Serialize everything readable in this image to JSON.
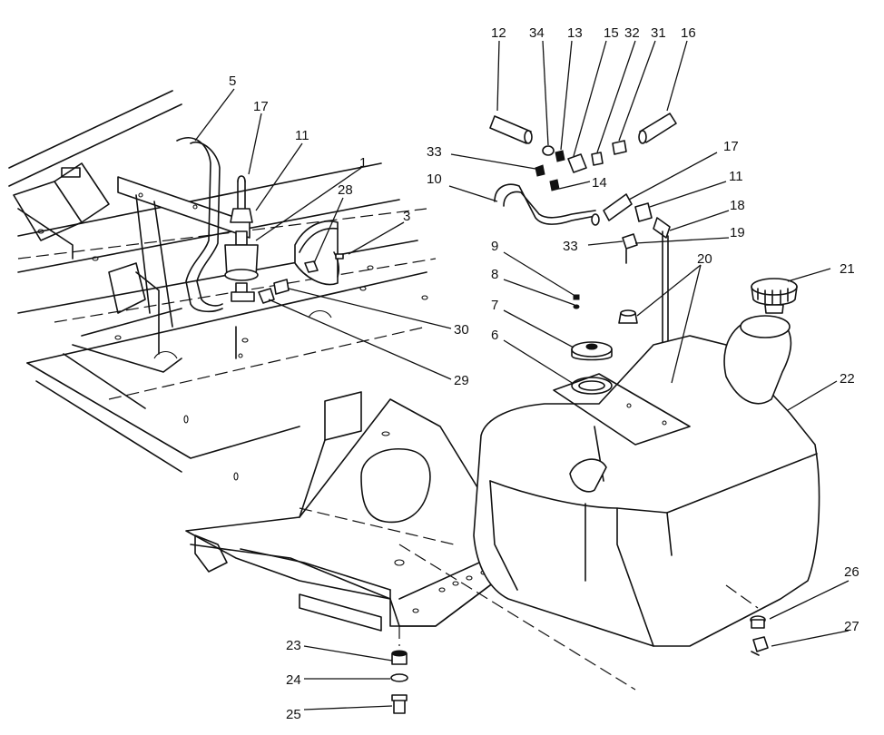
{
  "callouts": [
    {
      "id": "c1",
      "label": "1"
    },
    {
      "id": "c3",
      "label": "3"
    },
    {
      "id": "c5",
      "label": "5"
    },
    {
      "id": "c6",
      "label": "6"
    },
    {
      "id": "c7",
      "label": "7"
    },
    {
      "id": "c8",
      "label": "8"
    },
    {
      "id": "c9",
      "label": "9"
    },
    {
      "id": "c10",
      "label": "10"
    },
    {
      "id": "c11a",
      "label": "11"
    },
    {
      "id": "c11b",
      "label": "11"
    },
    {
      "id": "c12",
      "label": "12"
    },
    {
      "id": "c13",
      "label": "13"
    },
    {
      "id": "c14",
      "label": "14"
    },
    {
      "id": "c15",
      "label": "15"
    },
    {
      "id": "c16",
      "label": "16"
    },
    {
      "id": "c17a",
      "label": "17"
    },
    {
      "id": "c17b",
      "label": "17"
    },
    {
      "id": "c18",
      "label": "18"
    },
    {
      "id": "c19",
      "label": "19"
    },
    {
      "id": "c20",
      "label": "20"
    },
    {
      "id": "c21",
      "label": "21"
    },
    {
      "id": "c22",
      "label": "22"
    },
    {
      "id": "c23",
      "label": "23"
    },
    {
      "id": "c24",
      "label": "24"
    },
    {
      "id": "c25",
      "label": "25"
    },
    {
      "id": "c26",
      "label": "26"
    },
    {
      "id": "c27",
      "label": "27"
    },
    {
      "id": "c28",
      "label": "28"
    },
    {
      "id": "c29",
      "label": "29"
    },
    {
      "id": "c30",
      "label": "30"
    },
    {
      "id": "c31",
      "label": "31"
    },
    {
      "id": "c32",
      "label": "32"
    },
    {
      "id": "c33a",
      "label": "33"
    },
    {
      "id": "c33b",
      "label": "33"
    },
    {
      "id": "c34",
      "label": "34"
    }
  ]
}
